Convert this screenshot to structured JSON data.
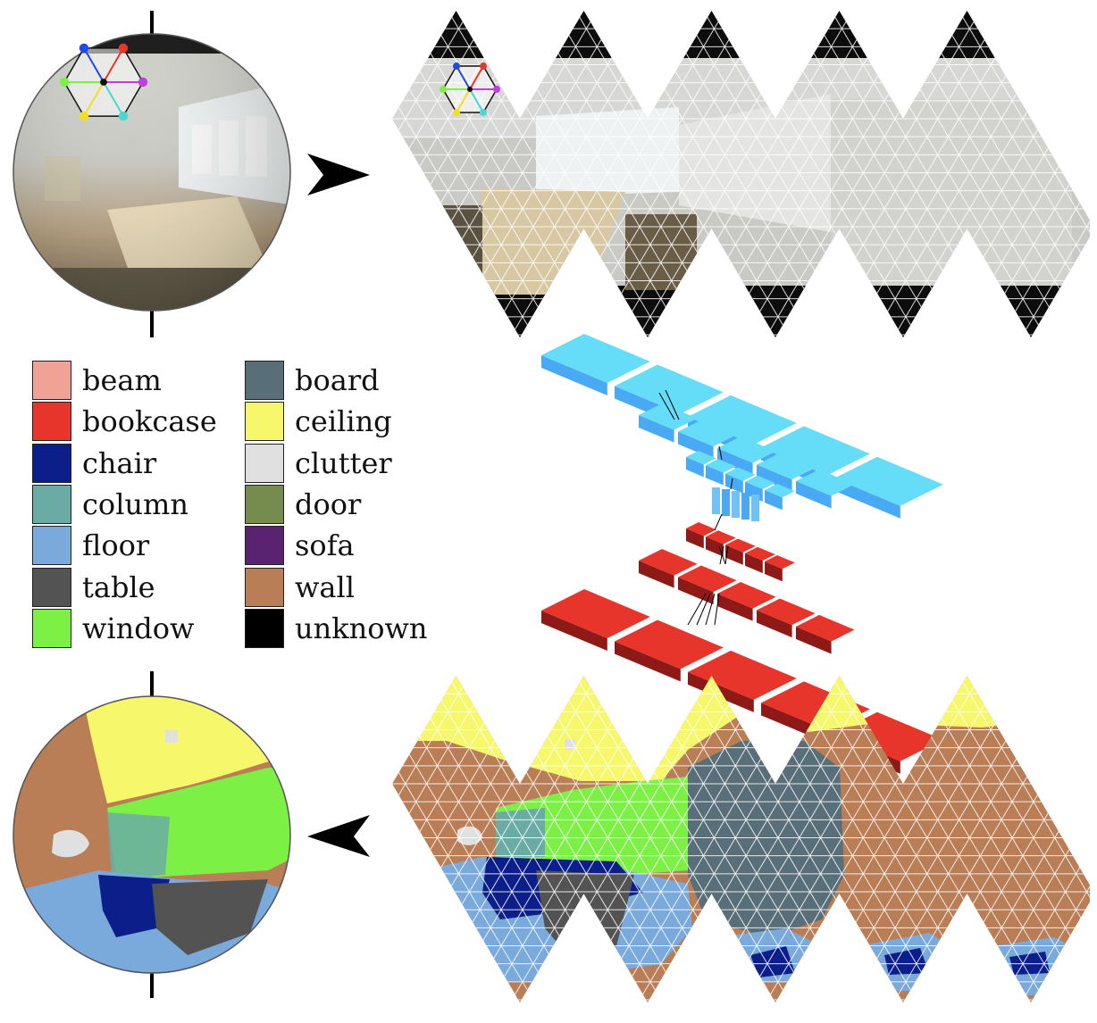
{
  "legend": {
    "items": [
      {
        "label": "beam",
        "color": "#f0a294"
      },
      {
        "label": "bookcase",
        "color": "#e8352c"
      },
      {
        "label": "chair",
        "color": "#0b1e8a"
      },
      {
        "label": "column",
        "color": "#6aaba5"
      },
      {
        "label": "floor",
        "color": "#7aa9dc"
      },
      {
        "label": "table",
        "color": "#535353"
      },
      {
        "label": "window",
        "color": "#7df046"
      },
      {
        "label": "board",
        "color": "#586f7a"
      },
      {
        "label": "ceiling",
        "color": "#f6f76b"
      },
      {
        "label": "clutter",
        "color": "#e0e0e0"
      },
      {
        "label": "door",
        "color": "#768b4e"
      },
      {
        "label": "sofa",
        "color": "#5c2272"
      },
      {
        "label": "wall",
        "color": "#b97e56"
      },
      {
        "label": "unknown",
        "color": "#000000"
      }
    ]
  },
  "network": {
    "encoder_colors": [
      "#65dcf8",
      "#4aa9f4"
    ],
    "decoder_colors": [
      "#e8352c",
      "#8d1a16"
    ]
  },
  "icons": {
    "forward_arrow": "arrowhead-right-icon",
    "backward_arrow": "arrowhead-left-icon",
    "kernel": "hexagonal-kernel-icon"
  }
}
